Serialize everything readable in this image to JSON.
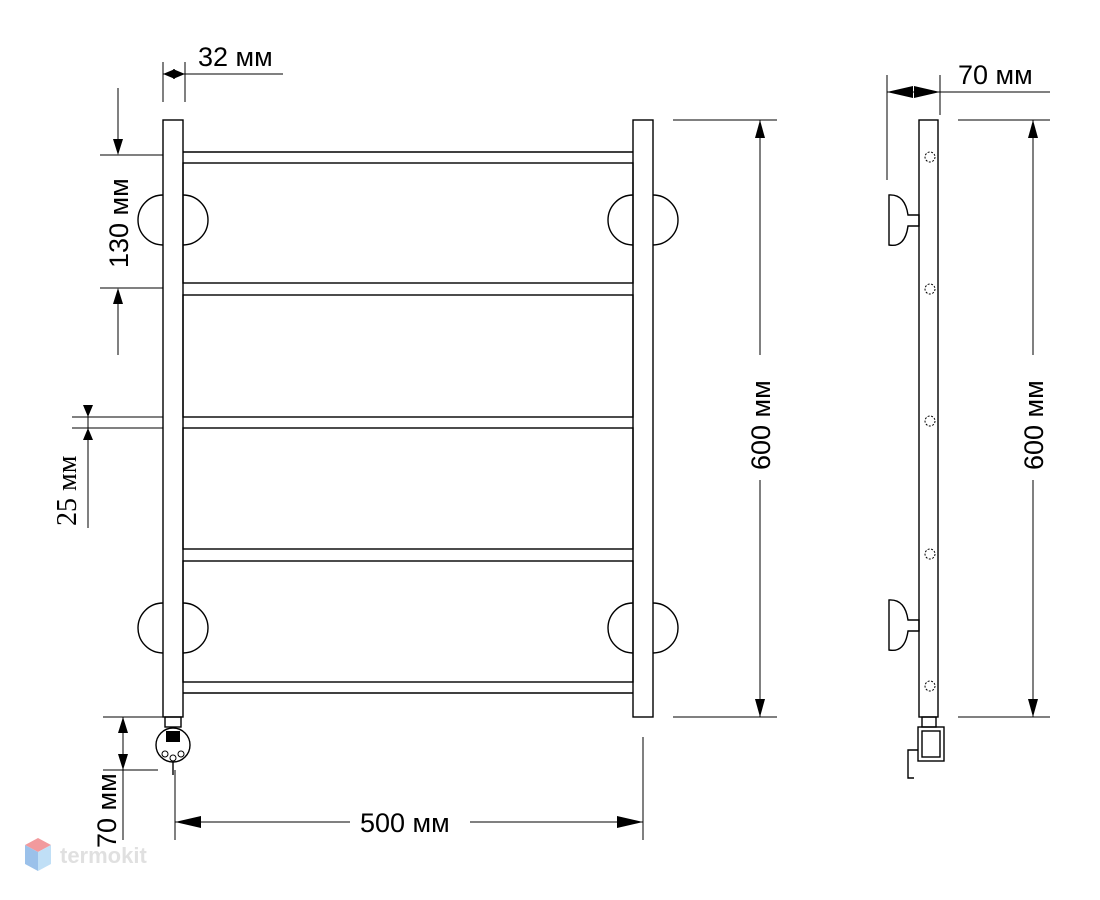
{
  "front_view": {
    "dim_top_width": "32 мм",
    "dim_top_gap": "130 мм",
    "dim_bar_gap": "25 мм",
    "dim_height": "600 мм",
    "dim_bottom": "70 мм",
    "dim_width": "500 мм"
  },
  "side_view": {
    "dim_depth": "70 мм",
    "dim_height": "600 мм"
  },
  "watermark": {
    "text": "termokit",
    "colors": [
      "#e8484e",
      "#4a90d9",
      "#8ec5f0"
    ]
  }
}
